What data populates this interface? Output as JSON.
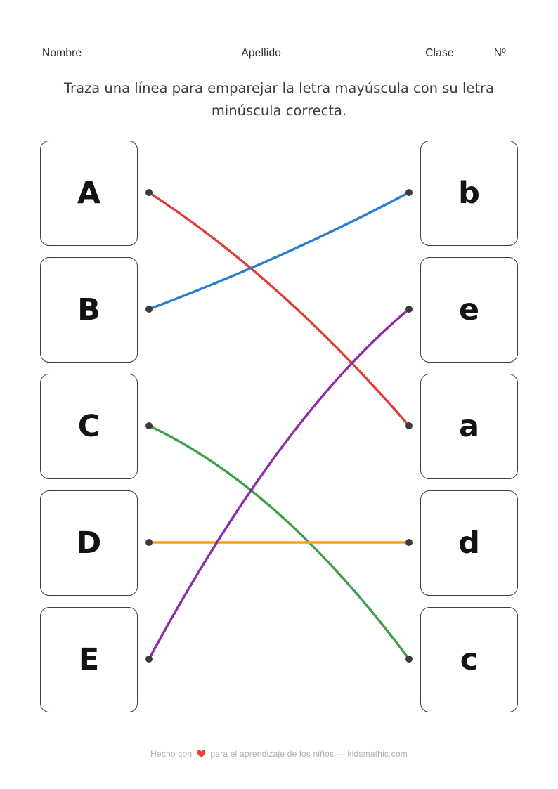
{
  "header": {
    "nombre_label": "Nombre",
    "apellido_label": "Apellido",
    "clase_label": "Clase",
    "numero_label": "Nº"
  },
  "instruction": "Traza una línea para emparejar la letra mayúscula con su letra minúscula correcta.",
  "matching": {
    "left_letters": [
      "A",
      "B",
      "C",
      "D",
      "E"
    ],
    "right_letters": [
      "b",
      "e",
      "a",
      "d",
      "c"
    ],
    "connections": [
      {
        "from": "A",
        "to": "a",
        "color": "#e03c38"
      },
      {
        "from": "B",
        "to": "b",
        "color": "#2b7ecd"
      },
      {
        "from": "C",
        "to": "c",
        "color": "#3f9e49"
      },
      {
        "from": "D",
        "to": "d",
        "color": "#f6a21d"
      },
      {
        "from": "E",
        "to": "e",
        "color": "#8e2ba6"
      }
    ],
    "dot_color": "#3b3b3b"
  },
  "footer": {
    "text_before_heart": "Hecho con",
    "text_after_heart": "para el aprendizaje de los niños — kidsmathic.com",
    "heart_color": "#e8433e"
  }
}
